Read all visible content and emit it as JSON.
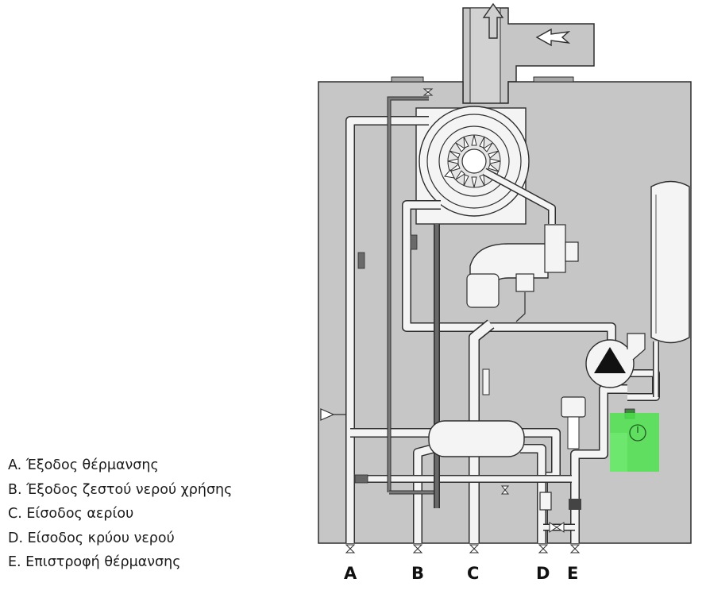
{
  "legend": [
    {
      "letter": "A",
      "text": "A. Έξοδος θέρμανσης"
    },
    {
      "letter": "B",
      "text": "B. Έξοδος ζεστού νερού χρήσης"
    },
    {
      "letter": "C",
      "text": "C. Είσοδος αερίου"
    },
    {
      "letter": "D",
      "text": "D. Είσοδος κρύου νερού"
    },
    {
      "letter": "E",
      "text": "E. Επιστροφή θέρμανσης"
    }
  ],
  "connections": [
    "A",
    "B",
    "C",
    "D",
    "E"
  ],
  "colors": {
    "casing": "#c6c6c6",
    "pipe": "#f4f4f4",
    "outline": "#2e2e2e",
    "dark_pipe": "#6a6a6a",
    "highlight": "#4ee24e"
  },
  "icons": {
    "flue_outlet": "arrow-up-icon",
    "air_inlet": "arrow-left-icon",
    "pump": "triangle-icon",
    "pressure_gauge": "gauge-icon"
  }
}
